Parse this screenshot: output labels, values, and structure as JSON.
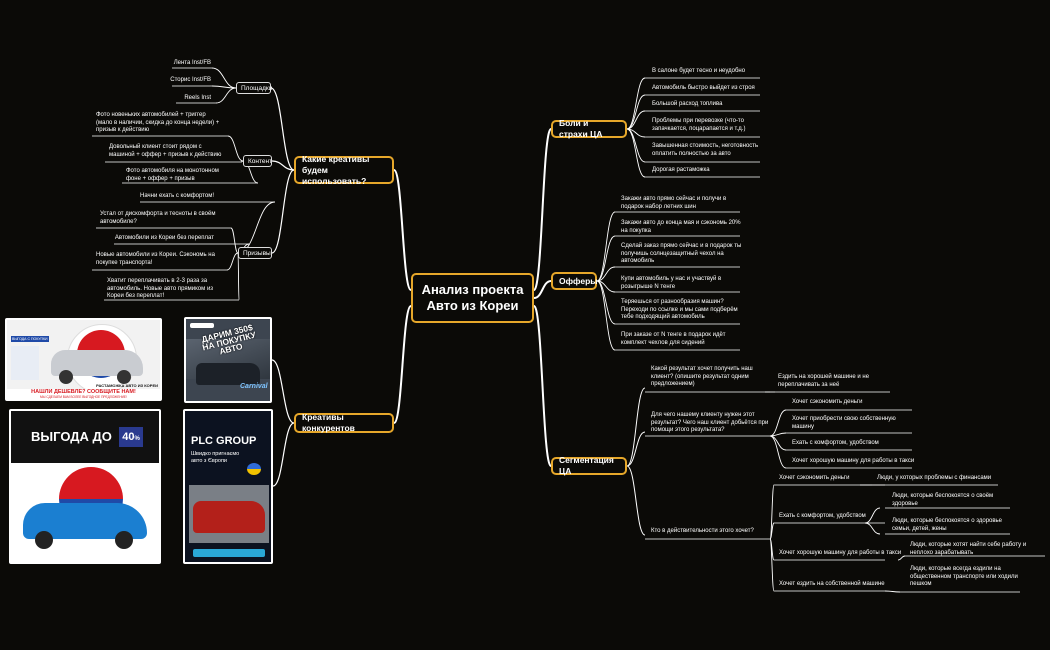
{
  "central": "Анализ проекта\nАвто из Кореи",
  "main": {
    "creatives": "Какие креативы будем\nиспользовать?",
    "competitors": "Креативы конкурентов",
    "pains": "Боли и страхи ЦА",
    "offers": "Офферы",
    "segmentation": "Сегментация ЦА"
  },
  "creatives": {
    "platforms": {
      "label": "Площадки",
      "items": [
        "Лента Inst/FB",
        "Сторис Inst/FB",
        "Reels Inst"
      ]
    },
    "content": {
      "label": "Контент",
      "items": [
        "Фото новеньких автомобилей + триггер\n(мало в наличии, скидка до конца недели) +\nпризыв к действию",
        "Довольный клиент стоит рядом с\nмашиной + оффер + призыв к действию",
        "Фото автомобиля на монотонном\nфоне + оффер + призыв"
      ]
    },
    "calls": {
      "label": "Призывы",
      "items": [
        "Начни ехать с комфортом!",
        "Устал от дискомфорта и тесноты в своём\nавтомобиле?",
        "Автомобили из Кореи без переплат",
        "Новые автомобили из Кореи. Сэкономь на\nпокупке транспорта!",
        "Хватит переплачивать в 2-3 раза за\nавтомобиль. Новые авто прямиком из\nКореи без переплат!"
      ]
    }
  },
  "competitor_images": {
    "img1": {
      "badge": "ВЫГОДА С ПОКУПКИ ИЗ КОРЕИ",
      "caption": "РАСТАМОЖКА АВТО ИЗ КОРЕИ",
      "cta": "НАШЛИ ДЕШЕВЛЕ? СООБЩИТЕ НАМ!",
      "cta_sub": "МЫ СДЕЛАЕМ ВАМ БОЛЕЕ ВЫГОДНОЕ ПРЕДЛОЖЕНИЕ!"
    },
    "img2": {
      "top": "ДАРИМ 350$\nНА ПОКУПКУ\nАВТО",
      "model": "Carnival"
    },
    "img3": {
      "headline": "ВЫГОДА ДО",
      "percent": "40",
      "percent_sign": "%"
    },
    "img4": {
      "brand": "PLC GROUP",
      "tagline": "Швидко пригнаємо\nавто з Європи"
    }
  },
  "pains": [
    "В салоне будет тесно и неудобно",
    "Автомобиль быстро выйдет из строя",
    "Большой расход топлива",
    "Проблемы при перевозке (что-то\nзапачкается, поцарапается и т.д.)",
    "Завышенная стоимость, неготовность\nоплатить полностью за авто",
    "Дорогая растаможка"
  ],
  "offers": [
    "Закажи авто прямо сейчас и получи в\nподарок набор летних шин",
    "Закажи авто до конца мая и сэкономь 20%\nна покупка",
    "Сделай заказ прямо сейчас и в подарок ты\nполучишь солнцезащитный чехол на\nавтомобиль",
    "Купи автомобиль у нас и участвуй в\nрозыгрыше N тенге",
    "Теряешься от разнообразия машин?\nПереходи по ссылке и мы сами подберём\nтебе подходящий автомобиль",
    "При заказе от N тенге в подарок идёт\nкомплект чехлов для сидений"
  ],
  "segmentation": {
    "q1": {
      "text": "Какой результат хочет получить наш\nклиент? (опишите результат одним\nпредложением)",
      "answer": "Ездить на хорошей машине и не\nпереплачивать за неё"
    },
    "q2": {
      "text": "Для чего нашему клиенту нужен этот\nрезультат? Чего наш клиент добьётся при\nпомощи этого результата?",
      "answers": [
        "Хочет сэкономить деньги",
        "Хочет приобрести свою собственную\nмашину",
        "Ехать с комфортом, удобством",
        "Хочет хорошую машину для работы в такси"
      ]
    },
    "q3": {
      "text": "Кто в действительности этого хочет?",
      "groups": [
        {
          "label": "Хочет сэкономить деньги",
          "who": [
            "Люди, у которых проблемы с финансами"
          ]
        },
        {
          "label": "Ехать с комфортом, удобством",
          "who": [
            "Люди, которые беспокоятся о своём\nздоровье",
            "Люди, которые беспокоятся о здоровье\nсемьи, детей, жены"
          ]
        },
        {
          "label": "Хочет хорошую машину для работы в такси",
          "who": [
            "Люди, которые хотят найти себе работу и\nнеплохо зарабатывать"
          ]
        },
        {
          "label": "Хочет ездить на собственной машине",
          "who": [
            "Люди, которые всегда ездили на\nобщественном транспорте или ходили\nпешком"
          ]
        }
      ]
    }
  },
  "colors": {
    "accent": "#e6a72a",
    "background": "#0b0a07",
    "text": "#ffffff"
  }
}
